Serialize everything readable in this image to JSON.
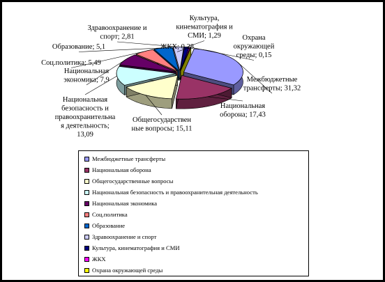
{
  "chart_data": {
    "type": "pie",
    "variant": "3d-exploded",
    "categories": [
      "Межбюджетные трансферты",
      "Национальная оборона",
      "Общегосударственные вопросы",
      "Национальная безопасность и правоохранительная деятельность",
      "Национальная экономика",
      "Соц.политика",
      "Образование",
      "Здравоохранение и спорт",
      "Культура, кинематография и СМИ",
      "ЖКХ",
      "Охрана окружающей среды"
    ],
    "values": [
      31.32,
      17.43,
      15.11,
      13.09,
      7.9,
      5.49,
      5.1,
      2.81,
      1.29,
      0.28,
      0.15
    ],
    "colors": [
      "#9999ff",
      "#993366",
      "#ffffcc",
      "#ccffff",
      "#660066",
      "#ff8080",
      "#0066cc",
      "#ccccff",
      "#000080",
      "#ff00ff",
      "#ffff00"
    ],
    "data_labels": [
      [
        "Межбюджетные",
        "трансферты; 31,32"
      ],
      [
        "Национальная",
        "оборона; 17,43"
      ],
      [
        "Общегосударствен",
        "ные вопросы; 15,11"
      ],
      [
        "Национальная",
        "безопасность и",
        "правоохранительна",
        "я деятельность;",
        "13,09"
      ],
      [
        "Национальная",
        "экономика; 7,9"
      ],
      [
        "Соц.политика; 5,49"
      ],
      [
        "Образование; 5,1"
      ],
      [
        "Здравоохранение и",
        "спорт; 2,81"
      ],
      [
        "Культура,",
        "кинематография и",
        "СМИ; 1,29"
      ],
      [
        "ЖКХ; 0,28"
      ],
      [
        "Охрана",
        "окружающей",
        "среды; 0,15"
      ]
    ],
    "legend_position": "bottom"
  }
}
